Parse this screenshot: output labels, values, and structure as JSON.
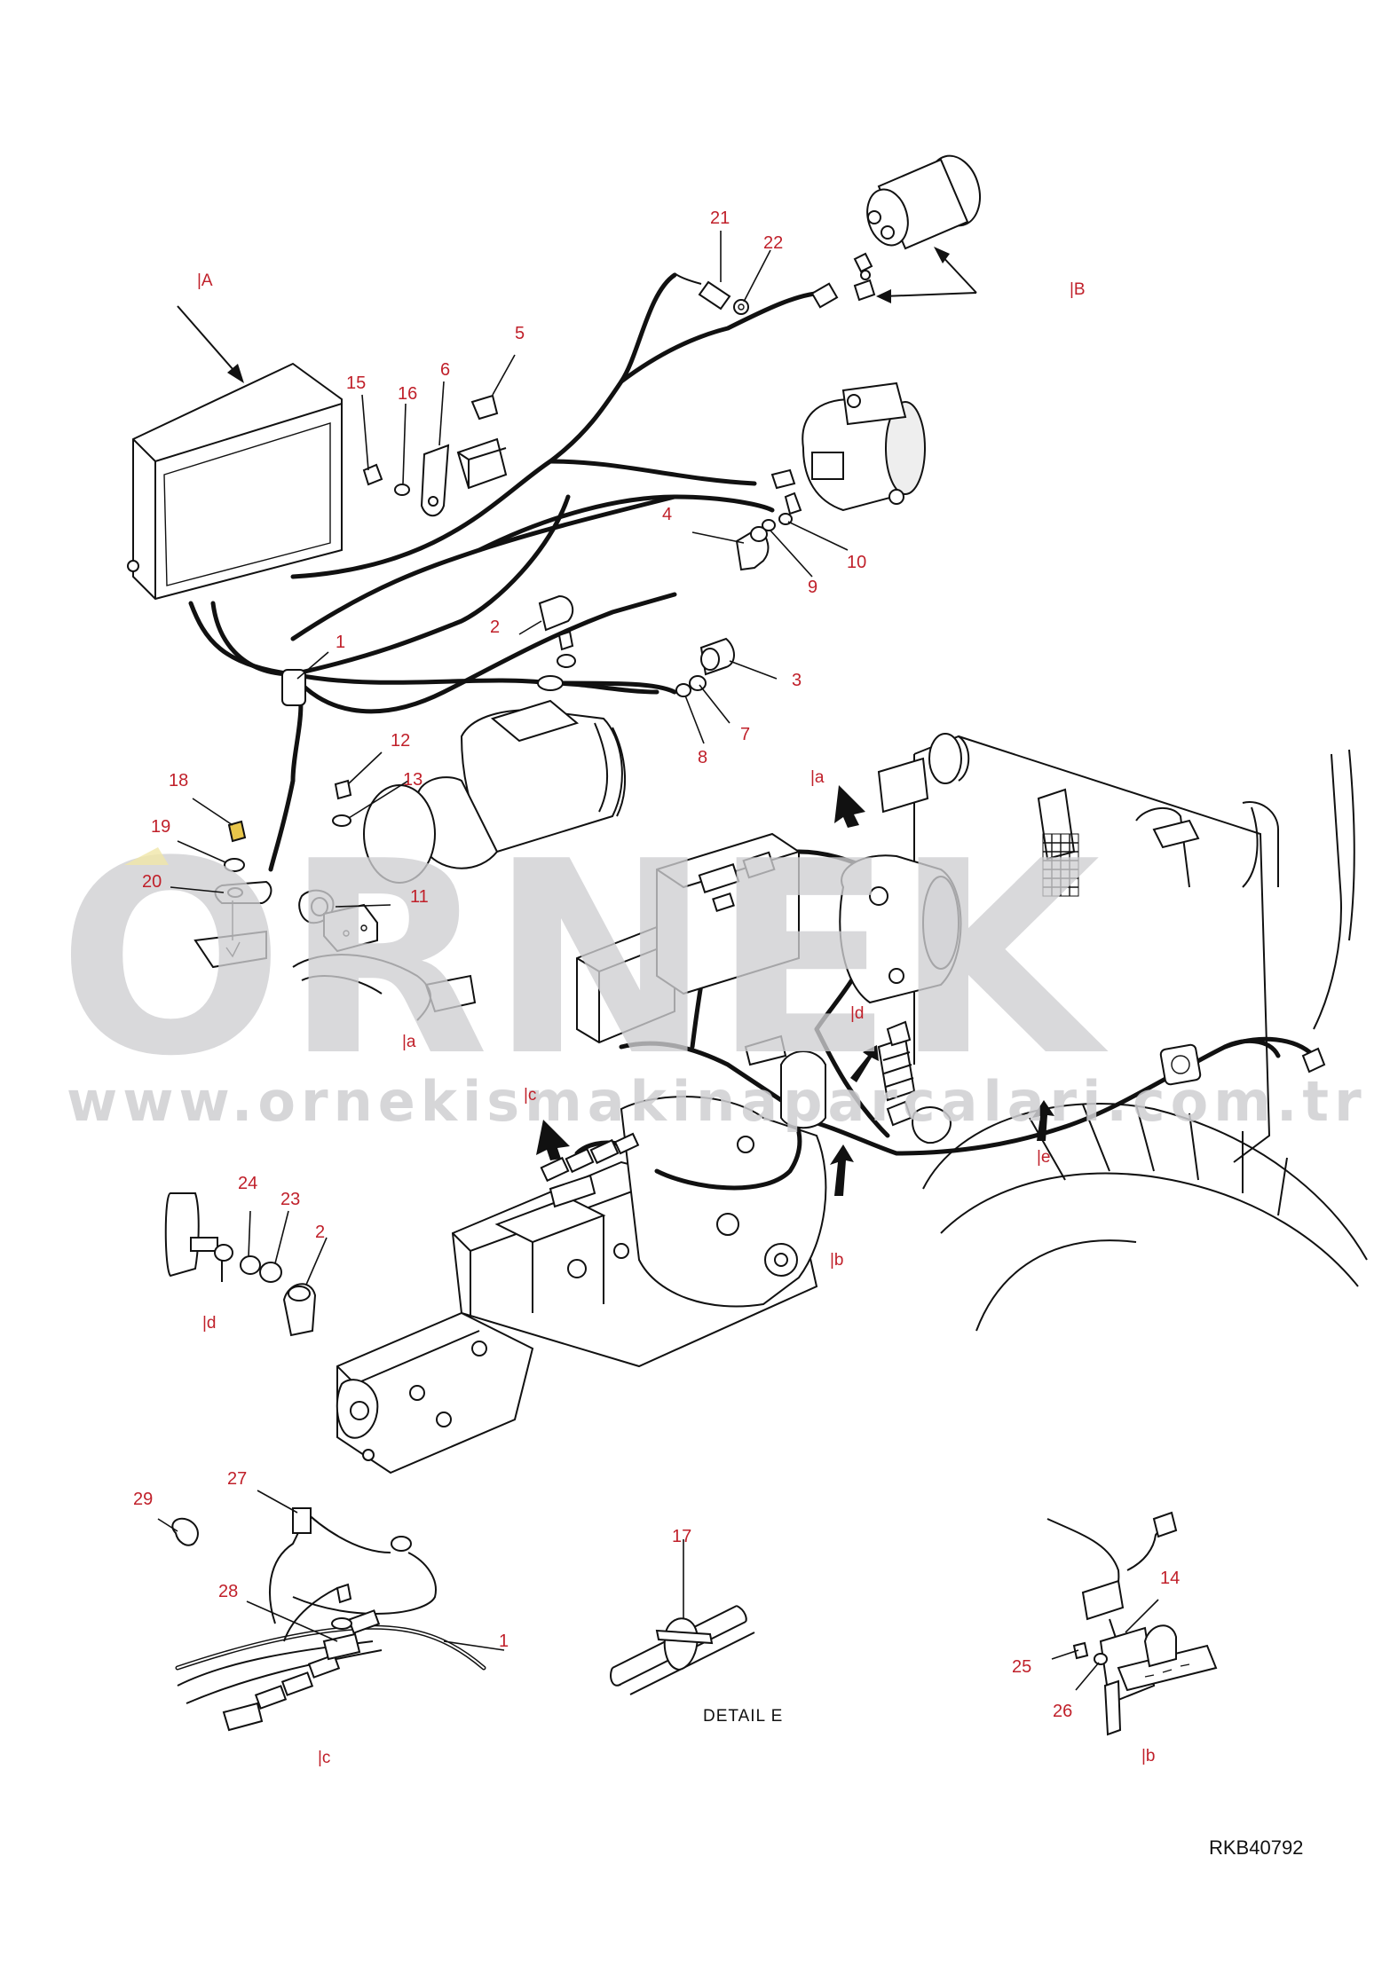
{
  "drawing_code": "RKB40792",
  "watermark": {
    "brand": "ORNEK",
    "url": "www.ornekismakinaparcalari.com.tr"
  },
  "view_labels": {
    "A": "|A",
    "B": "|B",
    "a_top": "|a",
    "a_left": "|a",
    "c": "|c",
    "d": "|d",
    "b": "|b",
    "e": "|e",
    "d_detail": "|d",
    "c_detail": "|c",
    "b_detail": "|b"
  },
  "detail_e_label": "DETAIL E",
  "part_numbers": {
    "n1": "1",
    "n1b": "1",
    "n2": "2",
    "n2b": "2",
    "n3": "3",
    "n4": "4",
    "n5": "5",
    "n6": "6",
    "n7": "7",
    "n8": "8",
    "n9": "9",
    "n10": "10",
    "n11": "11",
    "n12": "12",
    "n13": "13",
    "n14": "14",
    "n15": "15",
    "n16": "16",
    "n17": "17",
    "n18": "18",
    "n19": "19",
    "n20": "20",
    "n21": "21",
    "n22": "22",
    "n23": "23",
    "n24": "24",
    "n25": "25",
    "n26": "26",
    "n27": "27",
    "n28": "28",
    "n29": "29"
  },
  "colors": {
    "callout": "#c0202a",
    "line": "#111111",
    "watermark": "#cfcfd2"
  }
}
